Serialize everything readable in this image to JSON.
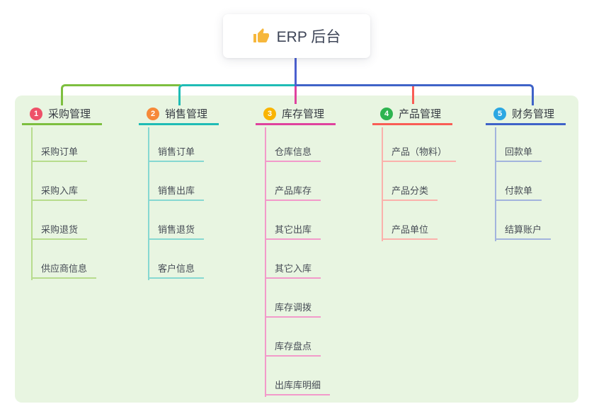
{
  "root": {
    "label": "ERP 后台",
    "icon": "thumbs-up-icon"
  },
  "colors": {
    "page_bg": "#ffffff",
    "panel_bg": "#e8f5e1",
    "root_line": "#4b60d0",
    "root_text": "#3e4557",
    "header_text": "#363b42",
    "item_text": "#474d56",
    "badge_text": "#ffffff"
  },
  "branches": [
    {
      "index": "1",
      "label": "采购管理",
      "badge_color": "#ee5168",
      "line_color": "#7dbf3f",
      "light_line_color": "#b7dc8d",
      "items": [
        "采购订单",
        "采购入库",
        "采购退货",
        "供应商信息"
      ]
    },
    {
      "index": "2",
      "label": "销售管理",
      "badge_color": "#f68939",
      "line_color": "#1fbcb5",
      "light_line_color": "#86d8d1",
      "items": [
        "销售订单",
        "销售出库",
        "销售退货",
        "客户信息"
      ]
    },
    {
      "index": "3",
      "label": "库存管理",
      "badge_color": "#f9b400",
      "line_color": "#df429e",
      "light_line_color": "#f29aca",
      "items": [
        "仓库信息",
        "产品库存",
        "其它出库",
        "其它入库",
        "库存调拨",
        "库存盘点",
        "出库库明细"
      ]
    },
    {
      "index": "4",
      "label": "产品管理",
      "badge_color": "#2eb450",
      "line_color": "#f95d55",
      "light_line_color": "#fbb1ac",
      "items": [
        "产品（物料）",
        "产品分类",
        "产品单位"
      ]
    },
    {
      "index": "5",
      "label": "财务管理",
      "badge_color": "#2ba7e2",
      "line_color": "#3f63c8",
      "light_line_color": "#a2b4dd",
      "items": [
        "回款单",
        "付款单",
        "结算账户"
      ]
    }
  ]
}
